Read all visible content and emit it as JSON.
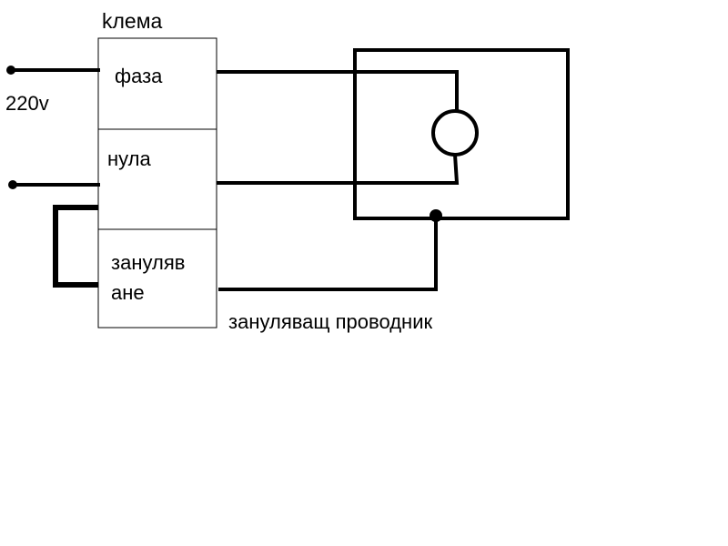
{
  "terminal_block": {
    "title": "kлема",
    "phase_label": "фаза",
    "neutral_label": "нула",
    "earthing_label_line1": "зануляв",
    "earthing_label_line2": "ане"
  },
  "supply": {
    "voltage_label": "220v"
  },
  "earthing_conductor_label": "зануляващ проводник",
  "colors": {
    "line": "#000000",
    "background": "#ffffff"
  }
}
